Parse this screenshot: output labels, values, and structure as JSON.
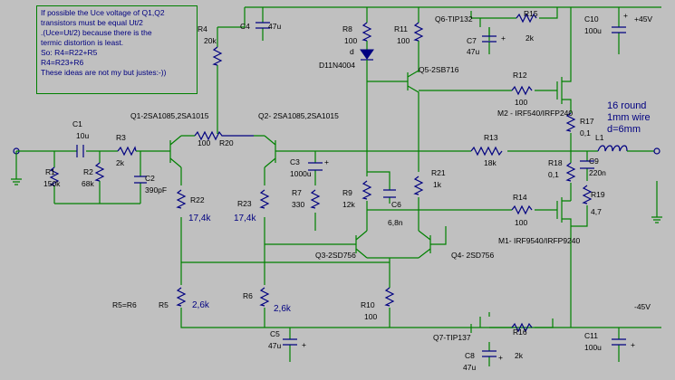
{
  "note": [
    "If possible the Uce voltage of Q1,Q2",
    "transistors must be equal Ut/2",
    ".(Uce=Ut/2)  because there is the",
    "termic distortion is least.",
    "So:  R4=R22+R5",
    "       R4=R23+R6",
    "These ideas are not my but justes:-))"
  ],
  "labels": {
    "r4": "R4",
    "r4v": "20k",
    "c4": "C4",
    "c4v": "47u",
    "r8": "R8",
    "r8v": "100",
    "r8d": "d",
    "r11": "R11",
    "r11v": "100",
    "d1": "D11N4004",
    "q6": "Q6-TIP132",
    "r15": "R15",
    "r15v": "2k",
    "c7": "C7",
    "c7v": "47u",
    "c10": "C10",
    "c10v": "100u",
    "vpos": "+45V",
    "q5": "Q5-2SB716",
    "r12": "R12",
    "r12v": "100",
    "m2": "M2 - IRF540/IRFP240",
    "c1": "C1",
    "c1v": "10u",
    "r3": "R3",
    "r3v": "2k",
    "q1": "Q1-2SA1085,2SA1015",
    "q2": "Q2- 2SA1085,2SA1015",
    "r20": "R20",
    "r20v": "100",
    "r13": "R13",
    "r13v": "18k",
    "r17": "R17",
    "r17v": "0,1",
    "coil1": "16 round",
    "coil2": "1mm wire",
    "coil3": "d=6mm",
    "l1": "L1",
    "r1": "R1",
    "r1v": "150k",
    "r2": "R2",
    "r2v": "68k",
    "c2": "C2",
    "c2v": "390pF",
    "c3": "C3",
    "c3v": "1000u",
    "r7": "R7",
    "r7v": "330",
    "r9": "R9",
    "r9v": "12k",
    "c6": "C6",
    "c6v": "6,8n",
    "r21": "R21",
    "r21v": "1k",
    "r18": "R18",
    "r18v": "0,1",
    "c9": "C9",
    "c9v": "220n",
    "r19": "R19",
    "r19v": "4,7",
    "r22": "R22",
    "r22v": "17,4k",
    "r23": "R23",
    "r23v": "17,4k",
    "r14": "R14",
    "r14v": "100",
    "m1": "M1- IRF9540/IRFP9240",
    "q3": "Q3-2SD756",
    "q4": "Q4- 2SD756",
    "r5eq": "R5=R6",
    "r5": "R5",
    "r5v": "2,6k",
    "r6": "R6",
    "r6v": "2,6k",
    "r10": "R10",
    "r10v": "100",
    "vneg": "-45V",
    "c5": "C5",
    "c5v": "47u",
    "q7": "Q7-TIP137",
    "r16": "R16",
    "r16v": "2k",
    "c8": "C8",
    "c8v": "47u",
    "c11": "C11",
    "c11v": "100u",
    "plus": "+"
  }
}
